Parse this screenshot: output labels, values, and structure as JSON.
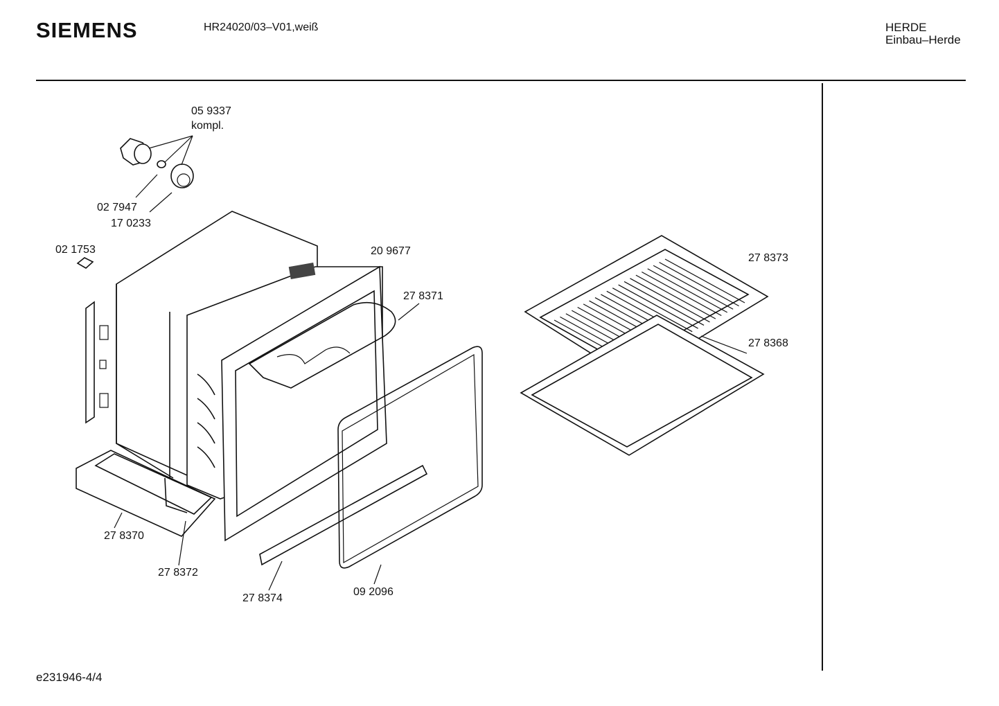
{
  "header": {
    "brand": "SIEMENS",
    "model": "HR24020/03–V01,weiß",
    "category_line1": "HERDE",
    "category_line2": "Einbau–Herde"
  },
  "footer": {
    "doc_id": "e231946-4/4"
  },
  "parts": {
    "knob_set": "05 9337",
    "knob_set_note": "kompl.",
    "lamp_holder": "02 7947",
    "lamp_cover": "17 0233",
    "clip": "02 1753",
    "oven_cavity": "20 9677",
    "top_heater": "27 8371",
    "grid_shelf": "27 8373",
    "baking_tray": "27 8368",
    "bottom_tray": "27 8370",
    "bottom_heater": "27 8372",
    "rail": "27 8374",
    "door_seal": "09 2096"
  }
}
